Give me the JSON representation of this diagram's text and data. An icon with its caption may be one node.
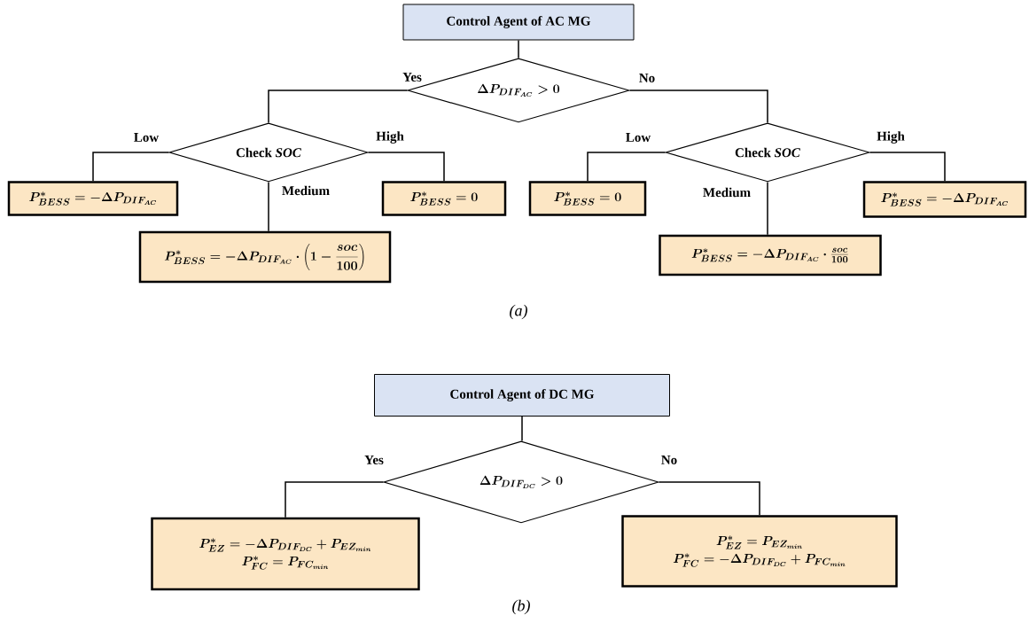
{
  "diagram": {
    "nodes": [
      {
        "text": [
          "Control Agent of AC MG"
        ]
      },
      {
        "text": [
          "\\Delta P_{DIF_{AC}} > 0"
        ]
      },
      {
        "text": [
          "Check *SOC*"
        ]
      },
      {
        "text": [
          "Check *SOC*"
        ]
      },
      {
        "text": [
          "P^{*}_{BESS} = -\\Delta P_{DIF_{AC}}"
        ]
      },
      {
        "text": [
          "P^{*}_{BESS} = 0"
        ]
      },
      {
        "text": [
          "P^{*}_{BESS} = 0"
        ]
      },
      {
        "text": [
          "P^{*}_{BESS} = -\\Delta P_{DIF_{AC}}"
        ]
      },
      {
        "text": [
          "P^{*}_{BESS} = -\\Delta P_{DIF_{AC}} \\cdot \\left(1 - \\frac{soc}{100}\\right)"
        ]
      },
      {
        "text": [
          "P^{*}_{BESS} = -\\Delta P_{DIF_{AC}} \\cdot \\frac{soc}{100}"
        ]
      },
      {
        "text": [
          "Control Agent of DC MG"
        ]
      },
      {
        "text": [
          "\\Delta P_{DIF_{DC}} > 0"
        ]
      },
      {
        "text": [
          "P^{*}_{EZ} = -\\Delta P_{DIF_{DC}} + P_{EZ_{min}}",
          "P^{*}_{FC} = P_{FC_{min}}"
        ]
      },
      {
        "text": [
          "P^{*}_{EZ} = P_{EZ_{min}}",
          "P^{*}_{FC} = -\\Delta P_{DIF_{DC}} + P_{FC_{min}}"
        ]
      }
    ],
    "edges": [
      {
        "from": 0,
        "to": 1,
        "arrow": "none"
      },
      {
        "from": 1,
        "to": 2,
        "arrow": "none",
        "label": "Yes"
      },
      {
        "from": 1,
        "to": 3,
        "arrow": "none",
        "label": "No"
      },
      {
        "from": 2,
        "to": 4,
        "arrow": "none",
        "label": "Low"
      },
      {
        "from": 2,
        "to": 8,
        "arrow": "none",
        "label": "Medium"
      },
      {
        "from": 2,
        "to": 5,
        "arrow": "none",
        "label": "High"
      },
      {
        "from": 3,
        "to": 6,
        "arrow": "none",
        "label": "Low"
      },
      {
        "from": 3,
        "to": 9,
        "arrow": "none",
        "label": "Medium"
      },
      {
        "from": 3,
        "to": 7,
        "arrow": "none",
        "label": "High"
      },
      {
        "from": 10,
        "to": 11,
        "arrow": "none"
      },
      {
        "from": 11,
        "to": 12,
        "arrow": "none",
        "label": "Yes"
      },
      {
        "from": 11,
        "to": 13,
        "arrow": "none",
        "label": "No"
      }
    ],
    "labels": [
      "(a)",
      "(b)"
    ]
  }
}
